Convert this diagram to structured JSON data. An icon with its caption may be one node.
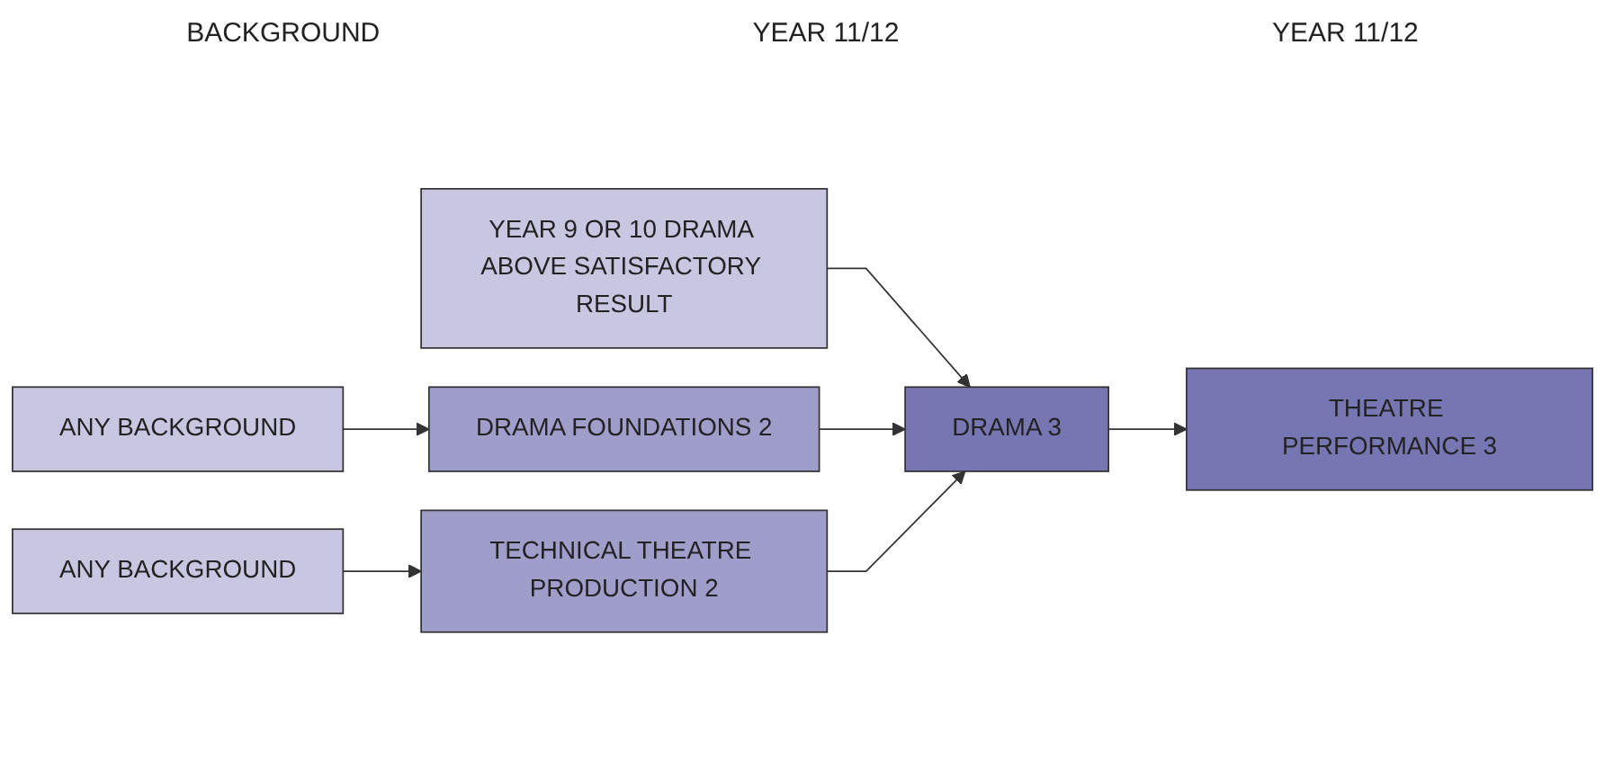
{
  "diagram": {
    "nodes": [
      {
        "text": [
          "YEAR 9 OR 10 DRAMA ABOVE SATISFACTORY RESULT"
        ]
      },
      {
        "text": [
          "ANY BACKGROUND"
        ]
      },
      {
        "text": [
          "ANY BACKGROUND"
        ]
      },
      {
        "text": [
          "DRAMA FOUNDATIONS 2"
        ]
      },
      {
        "text": [
          "TECHNICAL THEATRE PRODUCTION 2"
        ]
      },
      {
        "text": [
          "THEATRE PERFORMANCE 3"
        ]
      },
      {
        "text": [
          "DRAMA 3"
        ]
      }
    ],
    "edges": [
      {
        "from": 0,
        "to": 6,
        "arrow": "to"
      },
      {
        "from": 1,
        "to": 3,
        "arrow": "to"
      },
      {
        "from": 2,
        "to": 4,
        "arrow": "to"
      },
      {
        "from": 3,
        "to": 6,
        "arrow": "to"
      },
      {
        "from": 4,
        "to": 6,
        "arrow": "to"
      },
      {
        "from": 6,
        "to": 5,
        "arrow": "to"
      }
    ],
    "labels": [
      "BACKGROUND",
      "YEAR 11/12",
      "YEAR 11/12"
    ]
  }
}
